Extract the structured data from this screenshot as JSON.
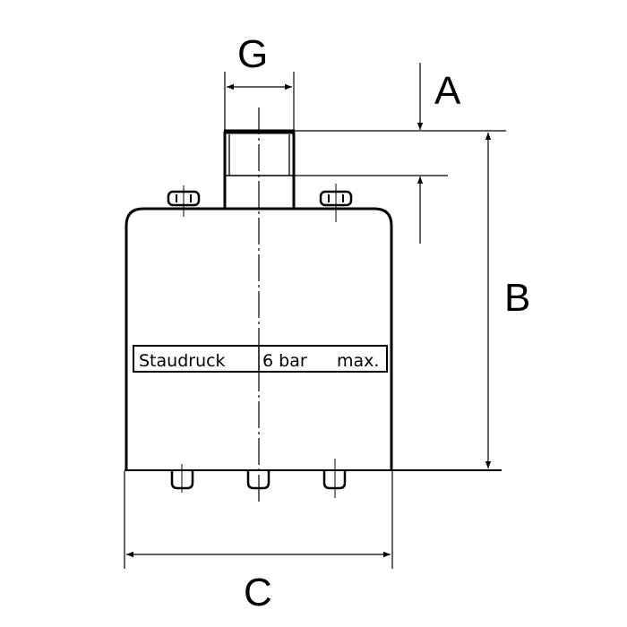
{
  "dimensions": {
    "G": "G",
    "A": "A",
    "B": "B",
    "C": "C"
  },
  "nameplate": {
    "left": "Staudruck",
    "right_value": "6 bar",
    "right_suffix": "max."
  },
  "colors": {
    "line": "#000000",
    "background": "#ffffff"
  }
}
